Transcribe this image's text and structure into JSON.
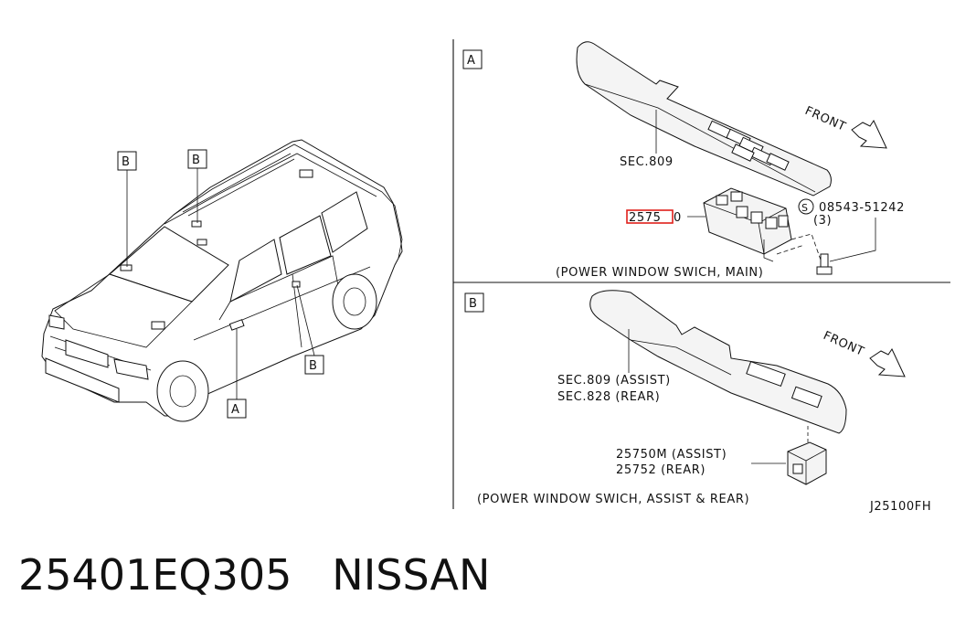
{
  "car": {
    "callout_b_roof_left": "B",
    "callout_b_roof_right": "B",
    "callout_b_rear_door": "B",
    "callout_a_front_door": "A"
  },
  "section_a": {
    "tag": "A",
    "finisher_ref": "SEC.809",
    "front_label": "FRONT",
    "switch_part_highlight": "2575",
    "switch_part_rest": "0",
    "bolt_symbol": "S",
    "bolt_part": "08543-51242",
    "bolt_qty": "(3)",
    "caption": "(POWER WINDOW SWICH, MAIN)",
    "highlight_color": "#e0201b"
  },
  "section_b": {
    "tag": "B",
    "finisher_ref_line1": "SEC.809 (ASSIST)",
    "finisher_ref_line2": "SEC.828 (REAR)",
    "front_label": "FRONT",
    "switch_part_line1": "25750M (ASSIST)",
    "switch_part_line2": "25752   (REAR)",
    "caption": "(POWER WINDOW SWICH, ASSIST & REAR)"
  },
  "drawing_code": "J25100FH",
  "part_number": "25401EQ305",
  "brand": "NISSAN"
}
